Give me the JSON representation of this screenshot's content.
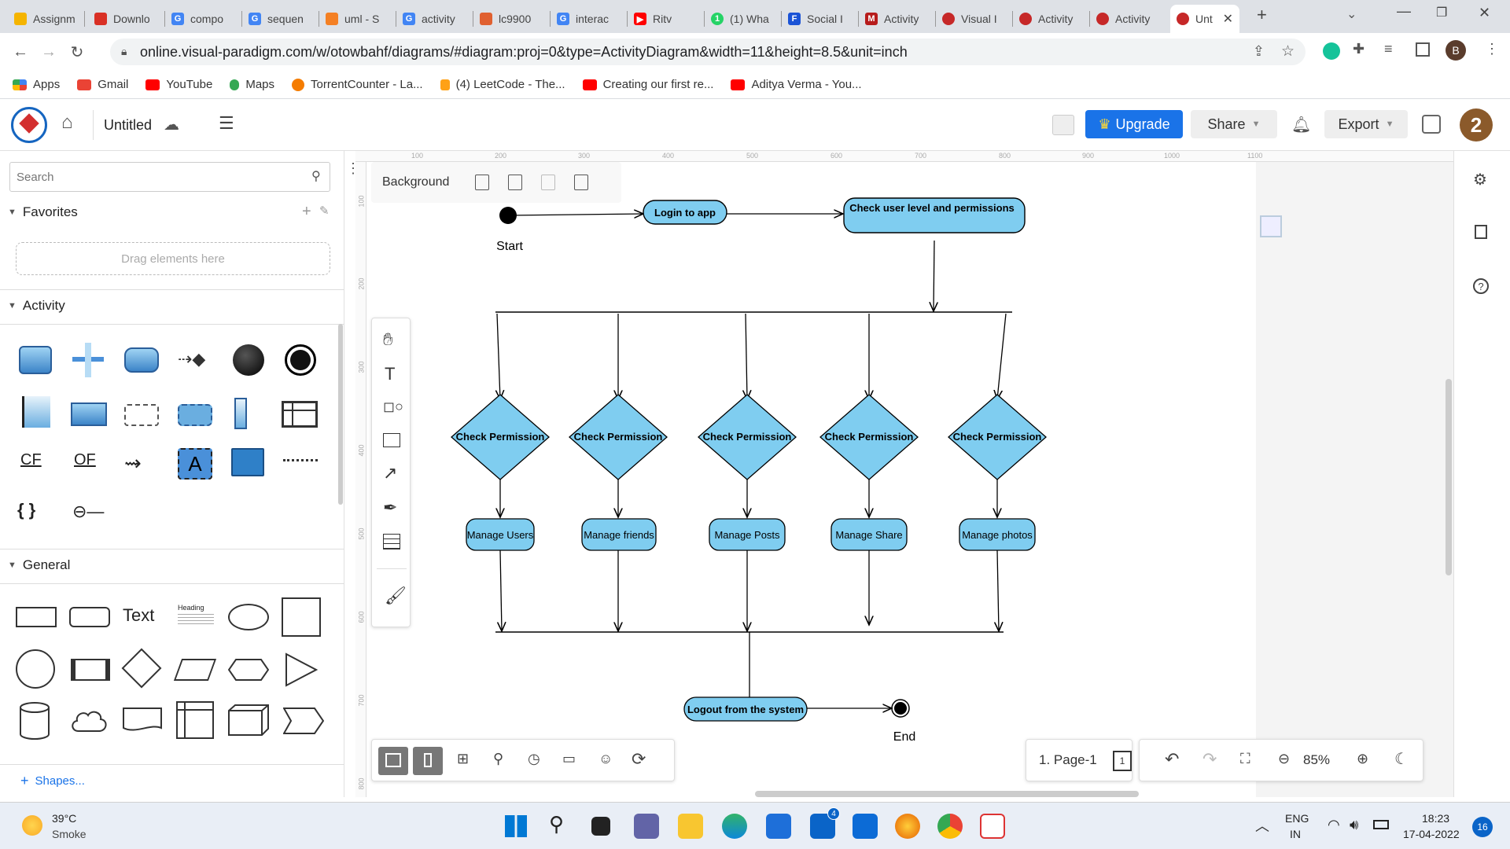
{
  "browser": {
    "tabs": [
      {
        "label": "Assignm",
        "color": "#f5b400",
        "active": false
      },
      {
        "label": "Downlo",
        "color": "#d93025",
        "active": false
      },
      {
        "label": "compo",
        "color": "#4285f4",
        "active": false
      },
      {
        "label": "sequen",
        "color": "#4285f4",
        "active": false
      },
      {
        "label": "uml - S",
        "color": "#f48024",
        "active": false
      },
      {
        "label": "activity",
        "color": "#4285f4",
        "active": false
      },
      {
        "label": "lc9900",
        "color": "#e06030",
        "active": false
      },
      {
        "label": "interac",
        "color": "#4285f4",
        "active": false
      },
      {
        "label": "Ritv",
        "color": "#ff0000",
        "active": false
      },
      {
        "label": "(1) Wha",
        "color": "#25d366",
        "active": false
      },
      {
        "label": "Social I",
        "color": "#1a53d6",
        "active": false
      },
      {
        "label": "Activity",
        "color": "#b71c1c",
        "active": false
      },
      {
        "label": "Visual I",
        "color": "#c62828",
        "active": false
      },
      {
        "label": "Activity",
        "color": "#c62828",
        "active": false
      },
      {
        "label": "Activity",
        "color": "#c62828",
        "active": false
      },
      {
        "label": "Unt",
        "color": "#c62828",
        "active": true
      }
    ],
    "new_tab_glyph": "+",
    "url": "online.visual-paradigm.com/w/otowbahf/diagrams/#diagram:proj=0&type=ActivityDiagram&width=11&height=8.5&unit=inch",
    "profile_initial": "B",
    "bookmarks": [
      {
        "label": "Apps",
        "color": "#4285f4"
      },
      {
        "label": "Gmail",
        "color": "#ea4335"
      },
      {
        "label": "YouTube",
        "color": "#ff0000"
      },
      {
        "label": "Maps",
        "color": "#34a853"
      },
      {
        "label": "TorrentCounter - La...",
        "color": "#f57c00"
      },
      {
        "label": "(4) LeetCode - The...",
        "color": "#ffa116"
      },
      {
        "label": "Creating our first re...",
        "color": "#ff0000"
      },
      {
        "label": "Aditya Verma - You...",
        "color": "#ff0000"
      }
    ]
  },
  "app": {
    "title": "Untitled",
    "upgrade_label": "Upgrade",
    "share_label": "Share",
    "export_label": "Export",
    "avatar_initial": "2",
    "accent": "#1a73e8",
    "search_placeholder": "Search",
    "favorites_label": "Favorites",
    "drag_hint": "Drag elements here",
    "activity_label": "Activity",
    "general_label": "General",
    "shapes_link": "Shapes...",
    "shape_text_label": "Text",
    "shape_heading_label": "Heading",
    "cf_label": "CF",
    "of_label": "OF",
    "a_label": "A",
    "braces_label": "{ }",
    "background_label": "Background",
    "page_label": "1. Page-1",
    "page_count": "1",
    "zoom_label": "85%"
  },
  "ruler": {
    "top": [
      "100",
      "200",
      "300",
      "400",
      "500",
      "600",
      "700",
      "800",
      "900",
      "1000",
      "1100"
    ],
    "left": [
      "100",
      "200",
      "300",
      "400",
      "500",
      "600",
      "700",
      "800"
    ]
  },
  "diagram": {
    "node_fill": "#7fcdf0",
    "start_label": "Start",
    "end_label": "End",
    "login": "Login to app",
    "check_level": "Check user level and permissions",
    "checks": [
      "Check Permission",
      "Check Permission",
      "Check Permission",
      "Check Permission",
      "Check Permission"
    ],
    "actions": [
      "Manage Users",
      "Manage friends",
      "Manage Posts",
      "Manage Share",
      "Manage photos"
    ],
    "logout": "Logout from the system"
  },
  "taskbar": {
    "temp": "39°C",
    "weather": "Smoke",
    "lang1": "ENG",
    "lang2": "IN",
    "time": "18:23",
    "date": "17-04-2022",
    "notif_count": "16",
    "mail_badge": "4"
  }
}
